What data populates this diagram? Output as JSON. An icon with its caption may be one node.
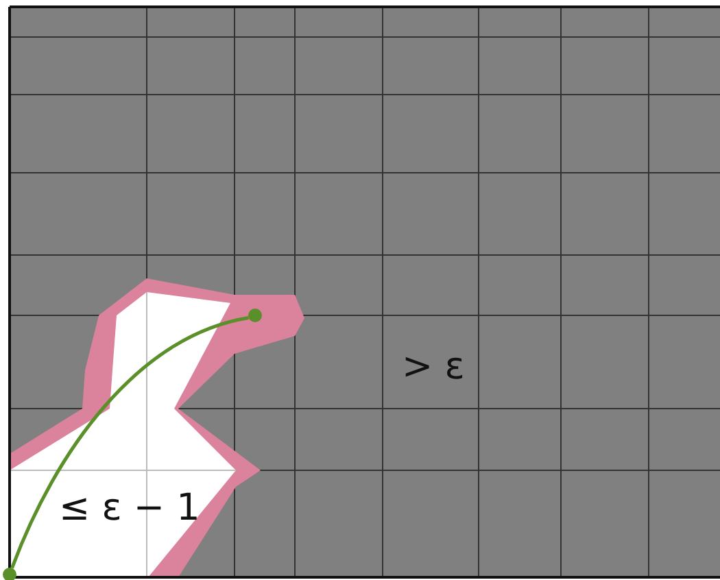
{
  "diagram": {
    "nodes": [
      {
        "text": [],
        "shape": "circle"
      },
      {
        "text": [],
        "shape": "circle"
      }
    ],
    "edges": [
      {
        "from": 0,
        "to": 1,
        "arrow": "none",
        "color": "#5a8f29"
      }
    ],
    "labels": [
      "≤ ε − 1",
      "> ε"
    ]
  }
}
